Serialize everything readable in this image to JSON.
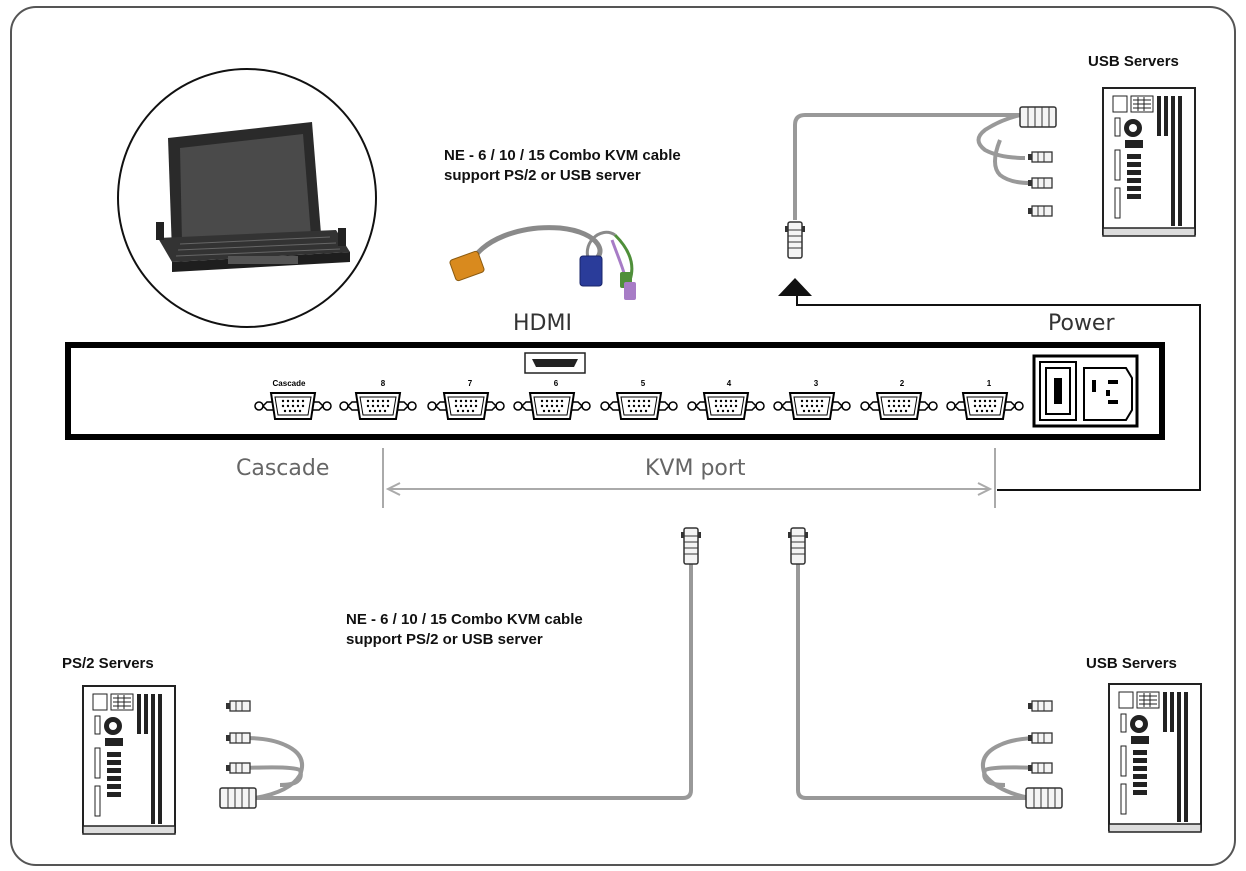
{
  "labels": {
    "usb_servers_top": "USB Servers",
    "cable_top_line1": "NE - 6 / 10 / 15 Combo KVM cable",
    "cable_top_line2": "support PS/2 or USB server",
    "hdmi": "HDMI",
    "power": "Power",
    "cascade": "Cascade",
    "kvm_port": "KVM port",
    "cable_bottom_line1": "NE - 6 / 10 / 15 Combo KVM cable",
    "cable_bottom_line2": "support PS/2 or USB server",
    "ps2_servers": "PS/2 Servers",
    "usb_servers_bottom": "USB Servers"
  },
  "panel": {
    "port_labels": [
      "Cascade",
      "8",
      "7",
      "6",
      "5",
      "4",
      "3",
      "2",
      "1"
    ]
  },
  "icons": {
    "lcd_console": "rackmount-lcd-console-icon",
    "server": "tower-server-icon",
    "vga_connector": "vga-connector-icon",
    "usb_connector": "usb-connector-icon",
    "ps2_connector": "ps2-connector-icon",
    "power_switch": "power-switch-icon",
    "power_socket": "iec-power-socket-icon",
    "hdmi_port": "hdmi-port-icon"
  },
  "colors": {
    "frame": "#555555",
    "cable": "#999999",
    "panel_border": "#000000",
    "cable_vga_blue": "#2a3c9a",
    "cable_orange": "#d98a1e",
    "cable_green": "#4f8f3a",
    "cable_purple": "#a77cc6"
  }
}
